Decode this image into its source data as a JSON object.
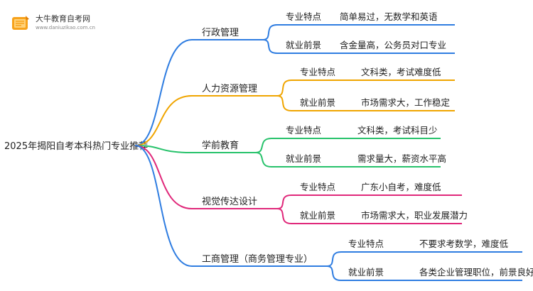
{
  "logo": {
    "name": "大牛教育自考网",
    "url": "www.daniuzikao.com.cn"
  },
  "root": "2025年揭阳自考本科热门专业推荐",
  "branches": [
    {
      "title": "行政管理",
      "color": "#2f7de1",
      "items": [
        {
          "label": "专业特点",
          "value": "简单易过，无数学和英语"
        },
        {
          "label": "就业前景",
          "value": "含金量高，公务员对口专业"
        }
      ]
    },
    {
      "title": "人力资源管理",
      "color": "#f0a500",
      "items": [
        {
          "label": "专业特点",
          "value": "文科类，考试难度低"
        },
        {
          "label": "就业前景",
          "value": "市场需求大，工作稳定"
        }
      ]
    },
    {
      "title": "学前教育",
      "color": "#27c26b",
      "items": [
        {
          "label": "专业特点",
          "value": "文科类，考试科目少"
        },
        {
          "label": "就业前景",
          "value": "需求量大，薪资水平高"
        }
      ]
    },
    {
      "title": "视觉传达设计",
      "color": "#e0287a",
      "items": [
        {
          "label": "专业特点",
          "value": "广东小自考，难度低"
        },
        {
          "label": "就业前景",
          "value": "市场需求大，职业发展潜力"
        }
      ]
    },
    {
      "title": "工商管理（商务管理专业）",
      "color": "#2f7de1",
      "items": [
        {
          "label": "专业特点",
          "value": "不要求考数学，难度低"
        },
        {
          "label": "就业前景",
          "value": "各类企业管理职位，前景良好"
        }
      ]
    }
  ]
}
